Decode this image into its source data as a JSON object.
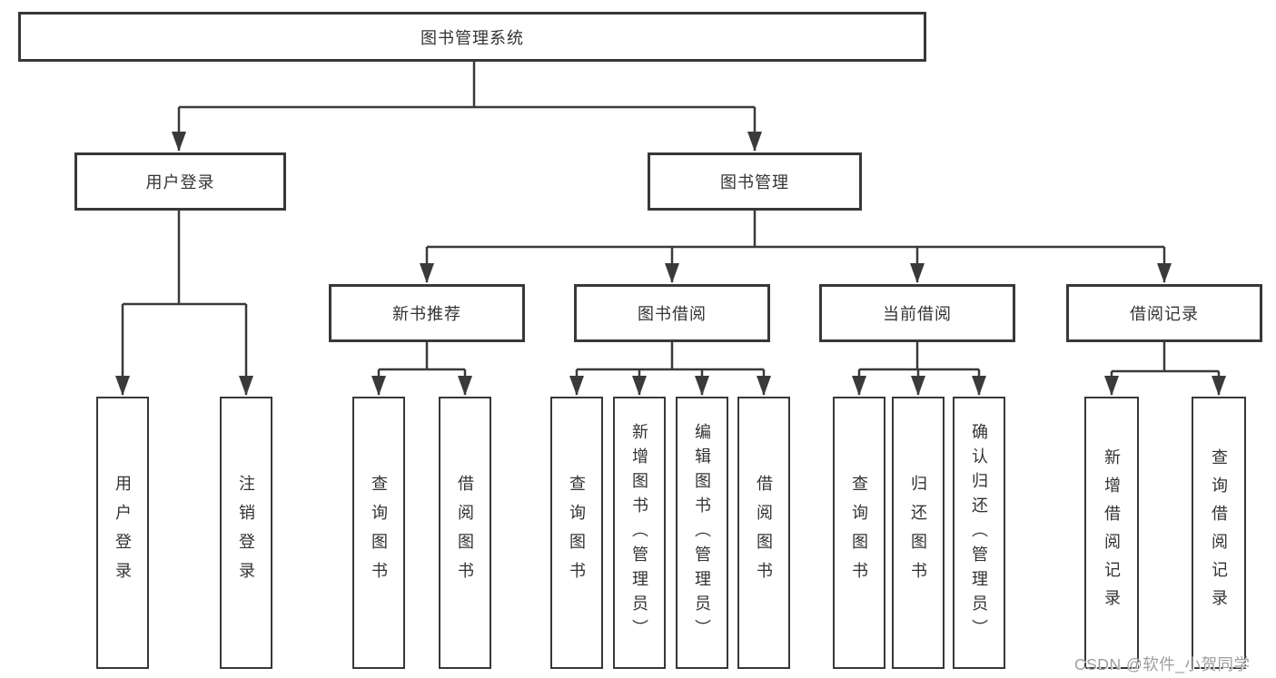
{
  "colors": {
    "line": "#3a3a3a",
    "box_border": "#383838",
    "text": "#333333",
    "box_background": "#ffffff",
    "watermark": "#9e9e9e"
  },
  "nodes": {
    "root": {
      "label": "图书管理系统"
    },
    "user_login": {
      "label": "用户登录"
    },
    "book_management": {
      "label": "图书管理"
    },
    "new_book_recommend": {
      "label": "新书推荐"
    },
    "book_borrowing": {
      "label": "图书借阅"
    },
    "current_borrowing": {
      "label": "当前借阅"
    },
    "borrowing_records": {
      "label": "借阅记录"
    },
    "leaf_user_login": {
      "label": "用户登录"
    },
    "leaf_logout": {
      "label": "注销登录"
    },
    "leaf_nbr_query_books": {
      "label": "查询图书"
    },
    "leaf_nbr_borrow_books": {
      "label": "借阅图书"
    },
    "leaf_bb_query_books": {
      "label": "查询图书"
    },
    "leaf_bb_add_books": {
      "label": "新增图书（管理员）"
    },
    "leaf_bb_edit_books": {
      "label": "编辑图书（管理员）"
    },
    "leaf_bb_borrow_books": {
      "label": "借阅图书"
    },
    "leaf_cb_query_books": {
      "label": "查询图书"
    },
    "leaf_cb_return_books": {
      "label": "归还图书"
    },
    "leaf_cb_confirm_return": {
      "label": "确认归还（管理员）"
    },
    "leaf_br_add_record": {
      "label": "新增借阅记录"
    },
    "leaf_br_query_record": {
      "label": "查询借阅记录"
    }
  },
  "watermark": {
    "text": "CSDN @软件_小贺同学"
  }
}
